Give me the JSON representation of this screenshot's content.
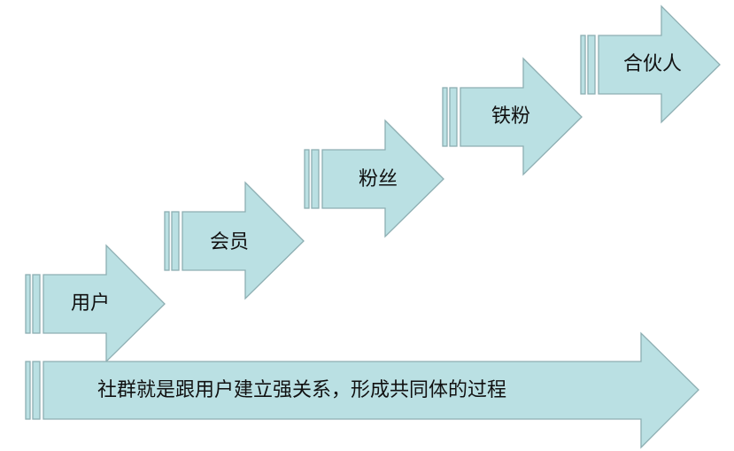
{
  "colors": {
    "arrow_fill": "#bae0e3",
    "arrow_stroke": "#8daeb2",
    "text": "#111111"
  },
  "steps": [
    {
      "label": "用户"
    },
    {
      "label": "会员"
    },
    {
      "label": "粉丝"
    },
    {
      "label": "铁粉"
    },
    {
      "label": "合伙人"
    }
  ],
  "summary": {
    "label": "社群就是跟用户建立强关系，形成共同体的过程"
  }
}
